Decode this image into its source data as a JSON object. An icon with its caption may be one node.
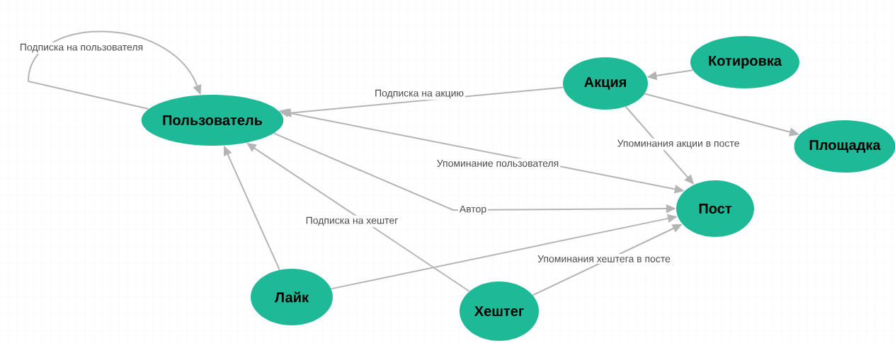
{
  "diagram": {
    "nodes": [
      {
        "text": [
          "Пользователь"
        ]
      },
      {
        "text": [
          "Акция"
        ]
      },
      {
        "text": [
          "Котировка"
        ]
      },
      {
        "text": [
          "Площадка"
        ]
      },
      {
        "text": [
          "Пост"
        ]
      },
      {
        "text": [
          "Лайк"
        ]
      },
      {
        "text": [
          "Хештег"
        ]
      }
    ],
    "edges": [
      {
        "from": 0,
        "to": 0,
        "arrow": "to",
        "label": "Подписка на пользователя"
      },
      {
        "from": 1,
        "to": 0,
        "arrow": "to",
        "label": "Подписка на акцию"
      },
      {
        "from": 2,
        "to": 1,
        "arrow": "to"
      },
      {
        "from": 1,
        "to": 3,
        "arrow": "to"
      },
      {
        "from": 1,
        "to": 4,
        "arrow": "to",
        "label": "Упоминания акции в посте"
      },
      {
        "from": 4,
        "to": 0,
        "arrow": "both",
        "label": "Упоминание  пользователя"
      },
      {
        "from": 0,
        "to": 4,
        "arrow": "to",
        "label": "Автор"
      },
      {
        "from": 6,
        "to": 0,
        "arrow": "to",
        "label": "Подписка на хештег"
      },
      {
        "from": 5,
        "to": 0,
        "arrow": "to"
      },
      {
        "from": 5,
        "to": 4,
        "arrow": "to"
      },
      {
        "from": 6,
        "to": 4,
        "arrow": "to",
        "label": "Упоминания хештега в посте"
      }
    ]
  }
}
